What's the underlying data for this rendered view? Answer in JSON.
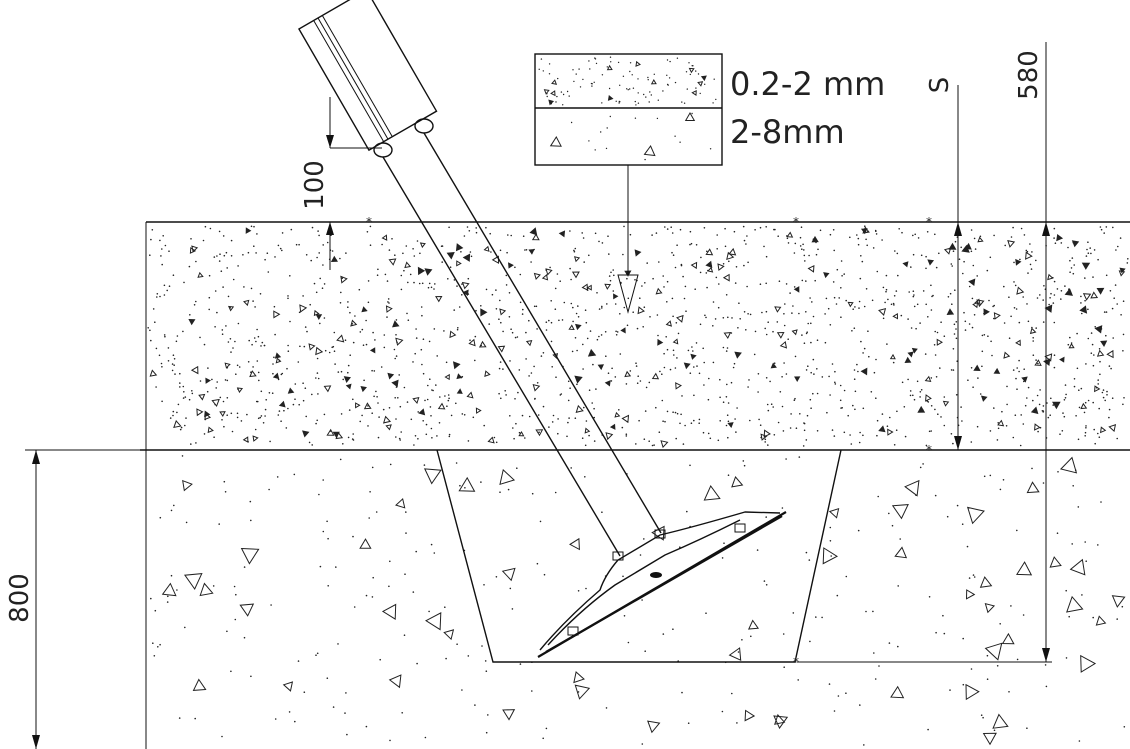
{
  "legend": {
    "fine_layer_label": "0.2-2 mm",
    "coarse_layer_label": "2-8mm"
  },
  "dimensions": {
    "sensor_height": "100",
    "layer_thickness": "S",
    "total_depth": "580",
    "trench_depth": "800"
  }
}
